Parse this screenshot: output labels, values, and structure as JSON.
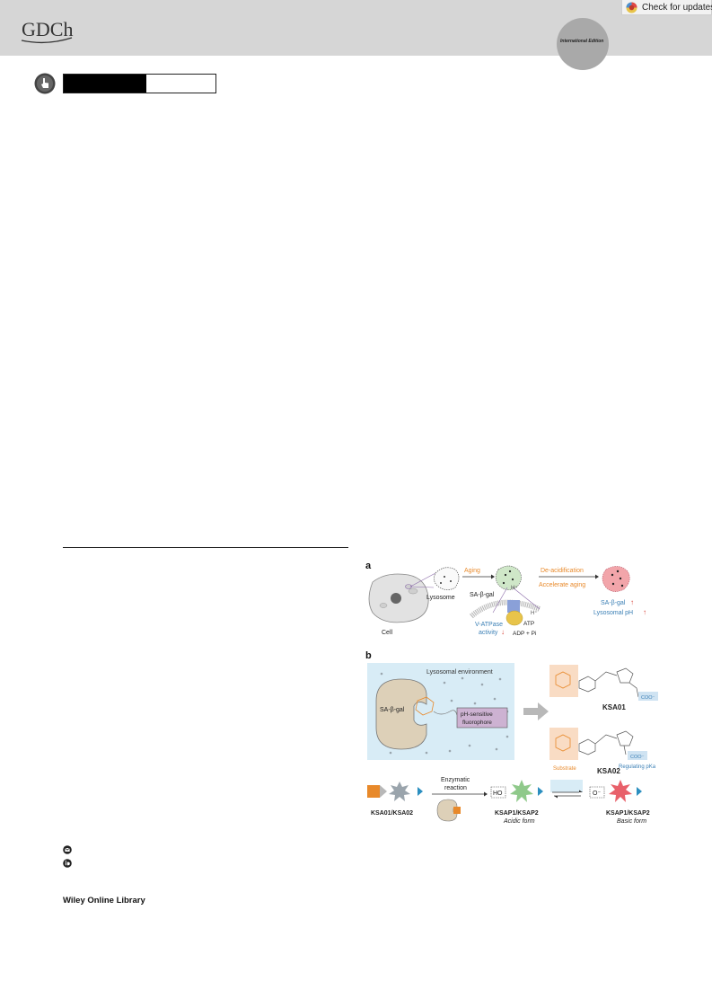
{
  "header": {
    "publisher_logo_text": "GDCh",
    "edition_label": "International Edition",
    "check_updates_label": "Check for updates",
    "colors": {
      "band": "#d6d6d6",
      "edition_circle": "#a9a9a9"
    }
  },
  "article_type_icon": "hand-pointer-icon",
  "footer": {
    "icons": [
      "email-icon",
      "orcid-icon"
    ],
    "wiley_label": "Wiley Online Library"
  },
  "figure": {
    "panel_a": {
      "label": "a",
      "cell": "Cell",
      "lysosome": "Lysosome",
      "aging": "Aging",
      "sa_gal": "SA-β-gal",
      "proton": "H⁺",
      "proton2": "H⁺",
      "atp": "ATP",
      "adp": "ADP + Pi",
      "vatpase_line1": "V-ATPase",
      "vatpase_line2": "activity",
      "deacid": "De-acidification",
      "accel": "Accelerate aging",
      "sa_gal_up": "SA-β-gal",
      "lyso_ph_up": "Lysosomal pH"
    },
    "panel_b": {
      "label": "b",
      "environment": "Lysosomal environment",
      "enzyme": "SA-β-gal",
      "fluor_line1": "pH-sensitive",
      "fluor_line2": "fluorophore",
      "probe1": "KSA01",
      "probe2": "KSA02",
      "coo1": "COO⁻",
      "coo2": "COO⁻",
      "regulating": "Regulating pKa",
      "substrate": "Substrate",
      "reaction_line1": "Enzymatic",
      "reaction_line2": "reaction",
      "start_label": "KSA01/KSA02",
      "ho": "HO",
      "o_minus": "O⁻",
      "acidic_name": "KSAP1/KSAP2",
      "acidic_form": "Acidic form",
      "basic_name": "KSAP1/KSAP2",
      "basic_form": "Basic form"
    },
    "colors": {
      "orange": "#e8892a",
      "blue_text": "#3a7fb5",
      "red_arrow": "#d9443a",
      "enzyme": "#ddd0b8",
      "env_bg": "#d8ecf6",
      "fluor_box": "#cdb2d2",
      "substrate_bg": "#f9dcc4",
      "green": "#8fc98a",
      "red": "#e8606a",
      "gray_star": "#9aa4ac"
    }
  }
}
